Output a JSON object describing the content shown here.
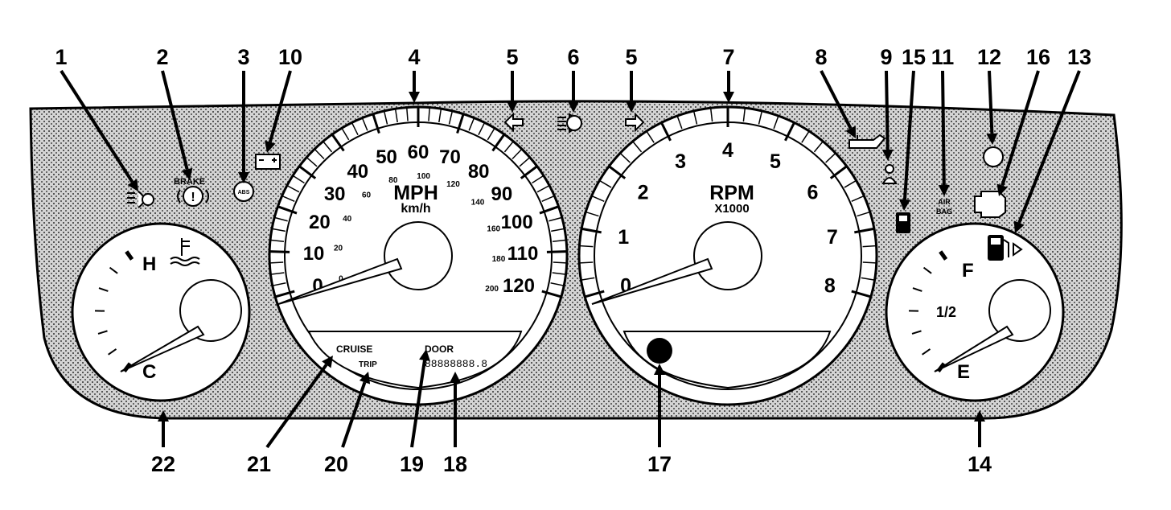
{
  "callouts": [
    {
      "n": "1"
    },
    {
      "n": "2"
    },
    {
      "n": "3"
    },
    {
      "n": "10"
    },
    {
      "n": "4"
    },
    {
      "n": "5"
    },
    {
      "n": "6"
    },
    {
      "n": "5"
    },
    {
      "n": "7"
    },
    {
      "n": "8"
    },
    {
      "n": "9"
    },
    {
      "n": "15"
    },
    {
      "n": "11"
    },
    {
      "n": "12"
    },
    {
      "n": "16"
    },
    {
      "n": "13"
    },
    {
      "n": "22"
    },
    {
      "n": "21"
    },
    {
      "n": "20"
    },
    {
      "n": "19"
    },
    {
      "n": "18"
    },
    {
      "n": "17"
    },
    {
      "n": "14"
    }
  ],
  "speedometer": {
    "unit": "MPH",
    "unit_secondary": "km/h",
    "mph_labels": [
      "0",
      "10",
      "20",
      "30",
      "40",
      "50",
      "60",
      "70",
      "80",
      "90",
      "100",
      "110",
      "120"
    ],
    "kmh_labels": [
      "0",
      "20",
      "40",
      "60",
      "80",
      "100",
      "120",
      "140",
      "160",
      "180",
      "200"
    ],
    "mph_max": 120,
    "cruise_label": "CRUISE",
    "trip_label": "TRIP",
    "door_label": "DOOR",
    "odometer_text": "88888888.8"
  },
  "tachometer": {
    "unit": "RPM",
    "multiplier": "X1000",
    "labels": [
      "0",
      "1",
      "2",
      "3",
      "4",
      "5",
      "6",
      "7",
      "8"
    ],
    "max": 8
  },
  "temp_gauge": {
    "hot_label": "H",
    "cold_label": "C"
  },
  "fuel_gauge": {
    "full_label": "F",
    "half_label": "1/2",
    "empty_label": "E"
  },
  "indicators": {
    "brake_label": "BRAKE",
    "brake_symbol": "!",
    "abs_label": "ABS",
    "airbag_label_1": "AIR",
    "airbag_label_2": "BAG"
  }
}
